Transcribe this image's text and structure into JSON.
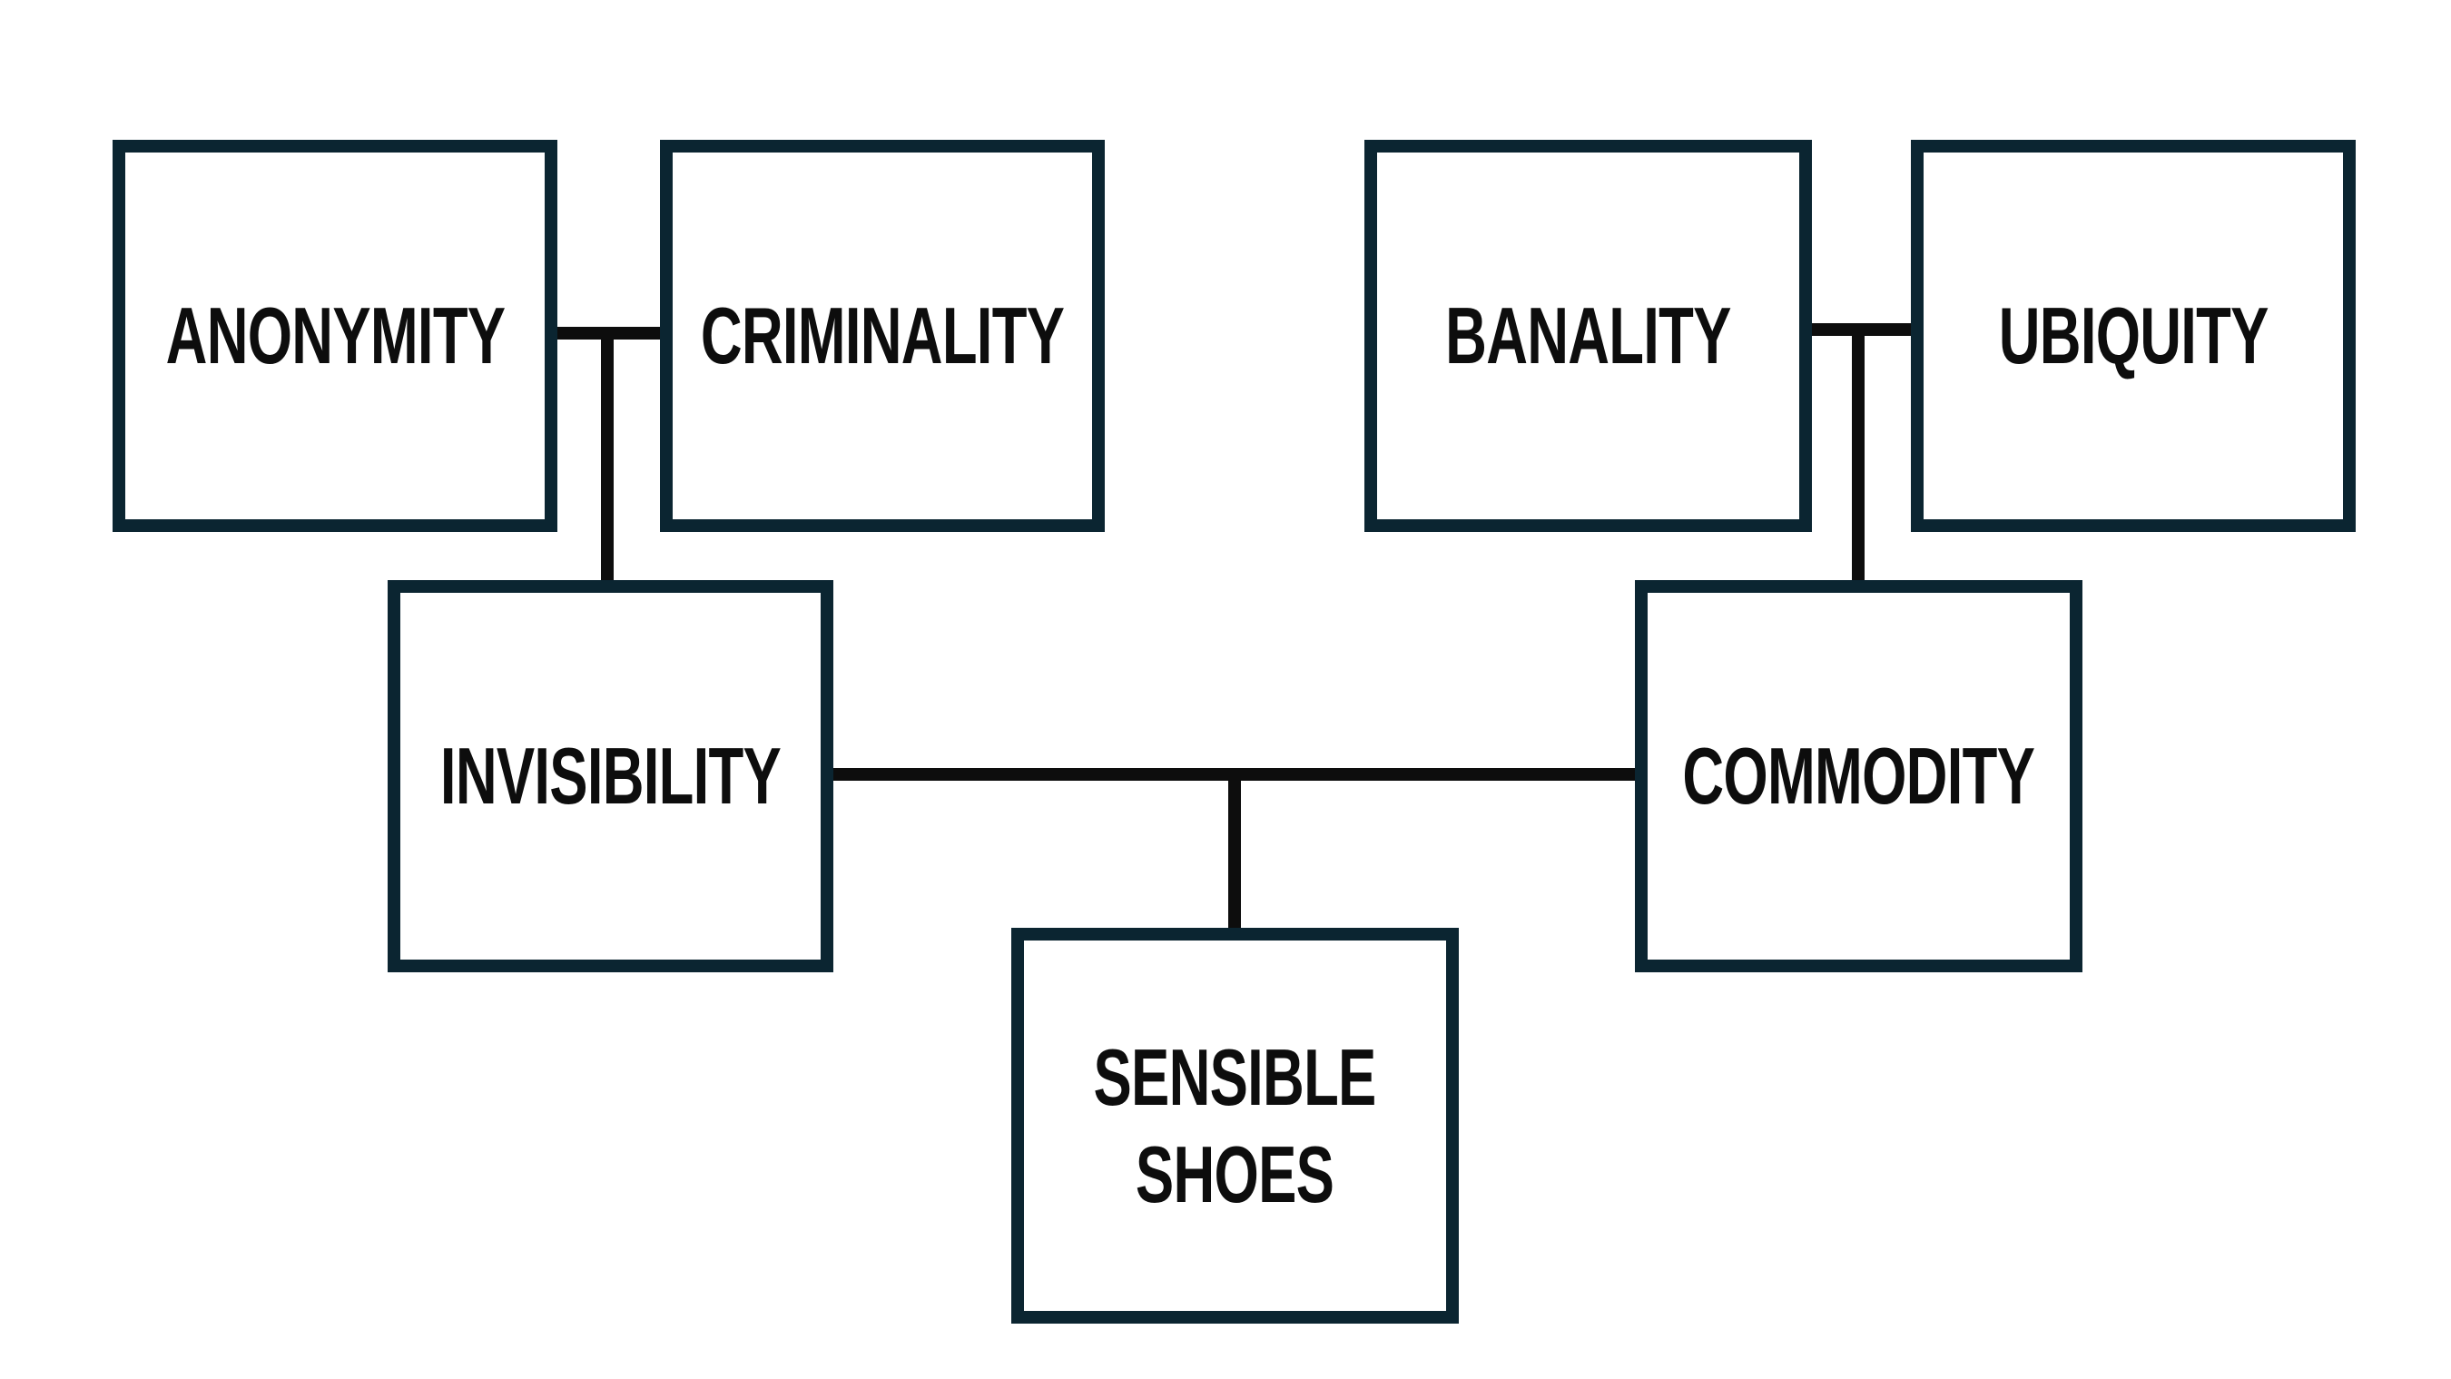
{
  "diagram": {
    "nodes": {
      "anonymity": "ANONYMITY",
      "criminality": "CRIMINALITY",
      "banality": "BANALITY",
      "ubiquity": "UBIQUITY",
      "invisibility": "INVISIBILITY",
      "commodity": "COMMODITY",
      "sensible_shoes": "SENSIBLE\nSHOES"
    },
    "edges": [
      {
        "from": [
          "anonymity",
          "criminality"
        ],
        "to": "invisibility"
      },
      {
        "from": [
          "banality",
          "ubiquity"
        ],
        "to": "commodity"
      },
      {
        "from": [
          "invisibility",
          "commodity"
        ],
        "to": "sensible_shoes"
      }
    ],
    "colors": {
      "box_border": "#0b2531",
      "connector": "#0d0d0d",
      "text": "#0d0d0d",
      "background": "#ffffff"
    }
  }
}
